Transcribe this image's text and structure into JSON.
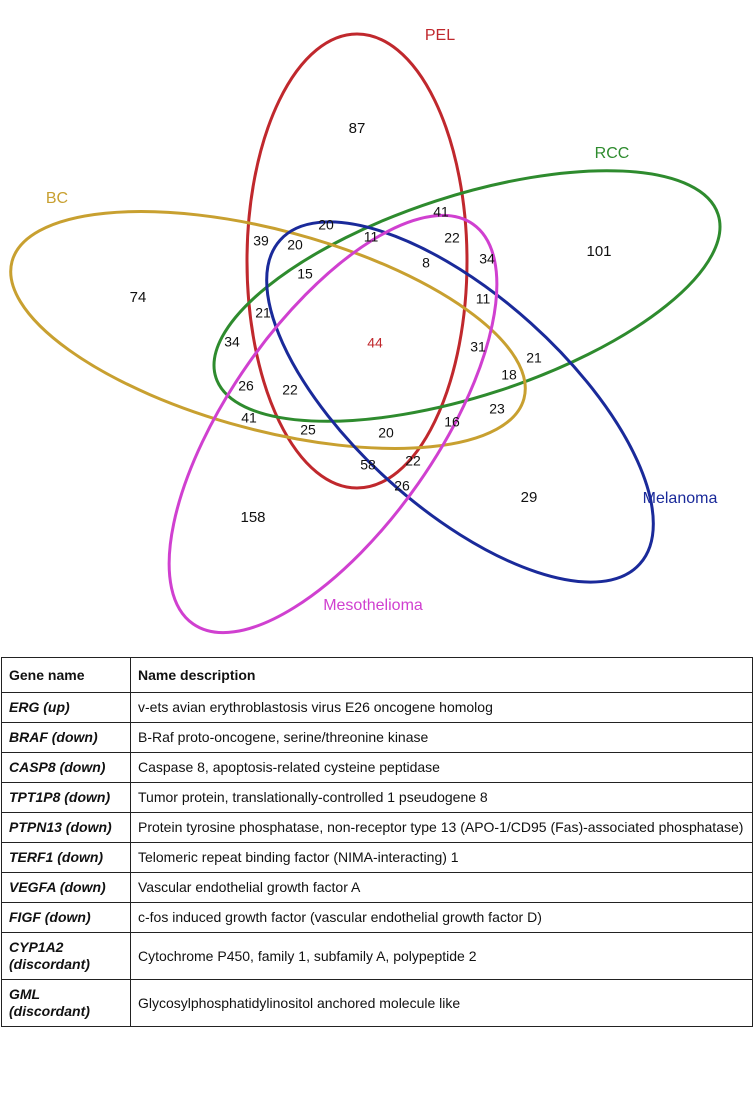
{
  "sets": [
    {
      "name": "PEL",
      "color": "#c0282d"
    },
    {
      "name": "RCC",
      "color": "#2e8b2e"
    },
    {
      "name": "BC",
      "color": "#c8a030"
    },
    {
      "name": "Melanoma",
      "color": "#1a2a9a"
    },
    {
      "name": "Mesothelioma",
      "color": "#d040d0"
    }
  ],
  "counts": [
    {
      "value": "87"
    },
    {
      "value": "101"
    },
    {
      "value": "74"
    },
    {
      "value": "29"
    },
    {
      "value": "158"
    },
    {
      "value": "39"
    },
    {
      "value": "20"
    },
    {
      "value": "20"
    },
    {
      "value": "11"
    },
    {
      "value": "41"
    },
    {
      "value": "22"
    },
    {
      "value": "15"
    },
    {
      "value": "8"
    },
    {
      "value": "34"
    },
    {
      "value": "11"
    },
    {
      "value": "21"
    },
    {
      "value": "34"
    },
    {
      "value": "44",
      "color": "#c0282d"
    },
    {
      "value": "31"
    },
    {
      "value": "21"
    },
    {
      "value": "18"
    },
    {
      "value": "26"
    },
    {
      "value": "22"
    },
    {
      "value": "23"
    },
    {
      "value": "41"
    },
    {
      "value": "25"
    },
    {
      "value": "20"
    },
    {
      "value": "16"
    },
    {
      "value": "58"
    },
    {
      "value": "22"
    },
    {
      "value": "26"
    }
  ],
  "table": {
    "headers": [
      "Gene name",
      "Name description"
    ],
    "rows": [
      {
        "gene": "ERG (up)",
        "desc": "v-ets avian erythroblastosis virus E26 oncogene homolog"
      },
      {
        "gene": "BRAF (down)",
        "desc": "B-Raf proto-oncogene, serine/threonine kinase"
      },
      {
        "gene": "CASP8 (down)",
        "desc": "Caspase 8, apoptosis-related cysteine peptidase"
      },
      {
        "gene": "TPT1P8 (down)",
        "desc": "Tumor protein, translationally-controlled 1 pseudogene 8"
      },
      {
        "gene": "PTPN13 (down)",
        "desc": "Protein tyrosine phosphatase, non-receptor type 13 (APO-1/CD95 (Fas)-associated phosphatase)"
      },
      {
        "gene": "TERF1 (down)",
        "desc": "Telomeric repeat binding factor (NIMA-interacting) 1"
      },
      {
        "gene": "VEGFA (down)",
        "desc": "Vascular endothelial growth factor A"
      },
      {
        "gene": "FIGF (down)",
        "desc": "c-fos induced growth factor (vascular endothelial growth factor D)"
      },
      {
        "gene": "CYP1A2 (discordant)",
        "desc": "Cytochrome P450, family 1, subfamily A, polypeptide 2"
      },
      {
        "gene": "GML (discordant)",
        "desc": "Glycosylphosphatidylinositol anchored molecule like"
      }
    ]
  }
}
